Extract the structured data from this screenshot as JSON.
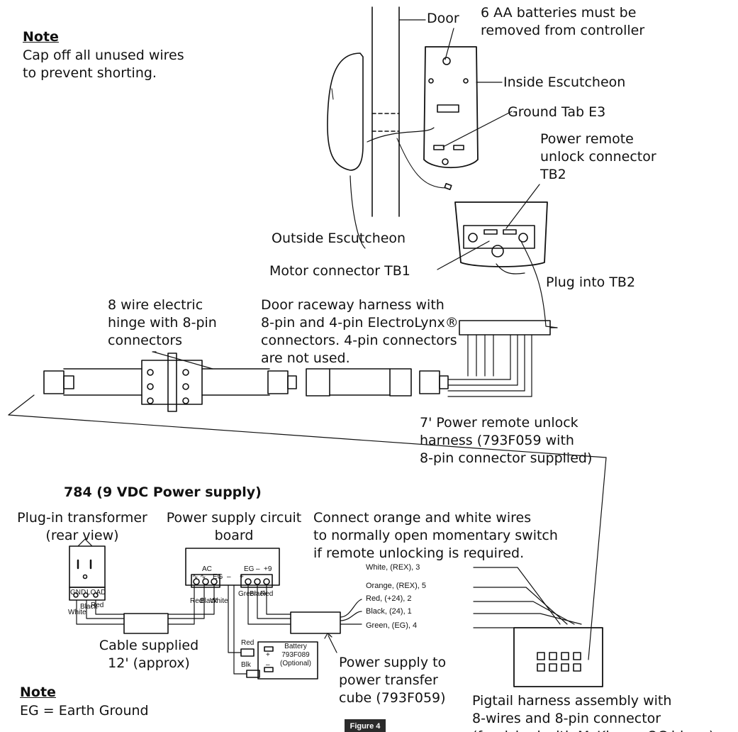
{
  "notes": [
    {
      "title": "Note",
      "body": "Cap off all unused wires\nto prevent shorting."
    },
    {
      "title": "Note",
      "body": "EG = Earth Ground"
    }
  ],
  "labels": {
    "door": "Door",
    "batteries": "6 AA batteries must be\nremoved from controller",
    "inside_escutcheon": "Inside Escutcheon",
    "ground_tab": "Ground Tab E3",
    "tb2_connector": "Power remote\nunlock connector\nTB2",
    "outside_escutcheon": "Outside Escutcheon",
    "motor_connector": "Motor connector TB1",
    "plug_tb2": "Plug into TB2",
    "hinge": "8 wire electric\nhinge with 8-pin\nconnectors",
    "raceway": "Door raceway harness with\n8-pin and 4-pin ElectroLynx®\nconnectors. 4-pin connectors\nare not used.",
    "remote_harness": "7' Power remote unlock\nharness (793F059 with\n8-pin connector supplied)",
    "power_supply_title": "784 (9 VDC Power supply)",
    "transformer": "Plug-in transformer\n(rear view)",
    "circuit_board": "Power supply circuit\nboard",
    "switch_note": "Connect orange and white wires\nto normally open momentary switch\nif remote unlocking is required.",
    "cable": "Cable supplied\n12' (approx)",
    "transfer_cube": "Power supply to\npower transfer\ncube (793F059)",
    "pigtail": "Pigtail harness assembly with\n8-wires and 8-pin connector\n(furnished with McKinney QC hinge)",
    "figure": "Figure 4"
  },
  "wire_list": [
    "White, (REX), 3",
    "Orange, (REX), 5",
    "Red, (+24), 2",
    "Black, (24), 1",
    "Green, (EG), 4"
  ],
  "small_labels": {
    "ac": "AC",
    "eg": "EG",
    "eg2": "EG",
    "minus": "–",
    "plus9": "+9",
    "gnd": "GND",
    "load": "LOAD",
    "white": "White",
    "black": "Black",
    "red": "Red",
    "red_b": "Red",
    "black_b": "Black",
    "white_b": "White",
    "green": "Green",
    "black_c": "Black",
    "red_c": "Red",
    "red_bat": "Red",
    "blk_bat": "Blk",
    "battery": "Battery\n793F089\n(Optional)",
    "bat_plus": "+",
    "bat_minus": "–",
    "plus_sign": "+",
    "minus_sign": "–"
  }
}
